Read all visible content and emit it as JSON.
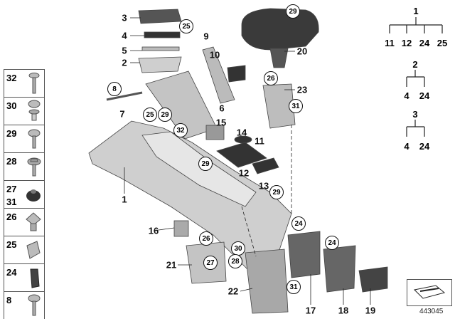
{
  "diagram_id": "443045",
  "legend": [
    {
      "numbers": [
        "32"
      ],
      "icon": "screw-icon"
    },
    {
      "numbers": [
        "30"
      ],
      "icon": "expanding-rivet-icon"
    },
    {
      "numbers": [
        "29"
      ],
      "icon": "washer-screw-icon"
    },
    {
      "numbers": [
        "28"
      ],
      "icon": "hex-bolt-icon"
    },
    {
      "numbers": [
        "27",
        "31"
      ],
      "icon": "hex-nut-icon"
    },
    {
      "numbers": [
        "26"
      ],
      "icon": "square-clip-nut-icon"
    },
    {
      "numbers": [
        "25"
      ],
      "icon": "spring-clip-icon"
    },
    {
      "numbers": [
        "24"
      ],
      "icon": "clip-icon"
    },
    {
      "numbers": [
        "8"
      ],
      "icon": "torx-screw-icon"
    }
  ],
  "assemblies": [
    {
      "parent": "1",
      "children": [
        "11",
        "12",
        "24",
        "25"
      ]
    },
    {
      "parent": "2",
      "children": [
        "4",
        "24"
      ]
    },
    {
      "parent": "3",
      "children": [
        "4",
        "24"
      ]
    }
  ],
  "callouts": [
    "3",
    "4",
    "5",
    "2",
    "9",
    "10",
    "20",
    "7",
    "6",
    "15",
    "14",
    "11",
    "23",
    "12",
    "13",
    "1",
    "16",
    "21",
    "22",
    "17",
    "18",
    "19"
  ],
  "circled_callouts": [
    "25",
    "29",
    "26",
    "8",
    "25",
    "29",
    "32",
    "31",
    "29",
    "29",
    "24",
    "26",
    "30",
    "27",
    "28",
    "24",
    "31"
  ]
}
